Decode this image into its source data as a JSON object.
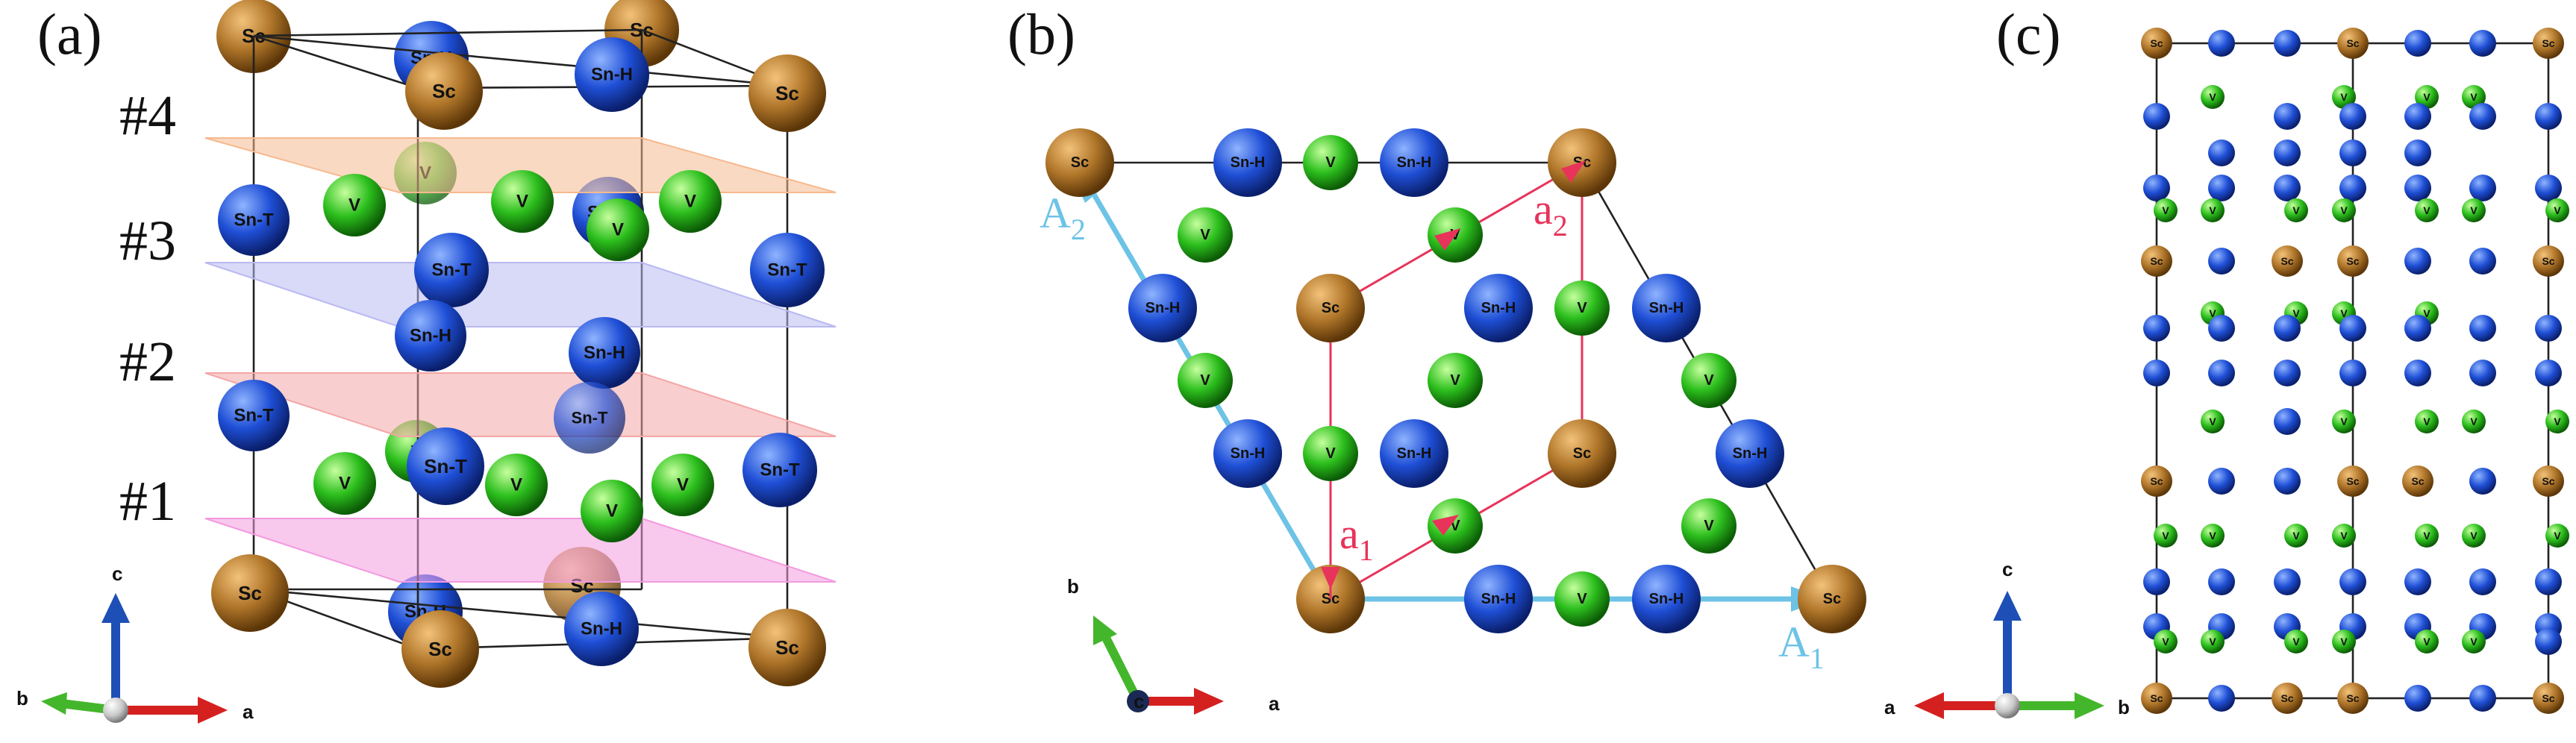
{
  "panels": {
    "a": {
      "letter": "(a)"
    },
    "b": {
      "letter": "(b)"
    },
    "c": {
      "letter": "(c)"
    }
  },
  "planes": [
    {
      "label": "#4",
      "color": "#f6b98f"
    },
    {
      "label": "#3",
      "color": "#b9b9f2"
    },
    {
      "label": "#2",
      "color": "#f4a6a6"
    },
    {
      "label": "#1",
      "color": "#f39adf"
    }
  ],
  "atom_labels": {
    "sc": "Sc",
    "snh": "Sn-H",
    "snt": "Sn-T",
    "v": "V"
  },
  "colors": {
    "sc": "#b0762a",
    "sn": "#1f4fd6",
    "v": "#2cbf1d",
    "red_vector": "#e8335a",
    "blue_vector": "#6cc3e6",
    "axis_red": "#d52020",
    "axis_green": "#44b62c",
    "axis_blue": "#1d4fb6"
  },
  "vectors": {
    "a1": {
      "main": "a",
      "sub": "1"
    },
    "a2": {
      "main": "a",
      "sub": "2"
    },
    "A1": {
      "main": "A",
      "sub": "1"
    },
    "A2": {
      "main": "A",
      "sub": "2"
    }
  },
  "axes": {
    "a_panel": {
      "a": "a",
      "b": "b",
      "c": "c"
    },
    "b_panel": {
      "a": "a",
      "b": "b",
      "c": "c"
    },
    "c_panel": {
      "a": "a",
      "b": "b",
      "c": "c"
    }
  }
}
